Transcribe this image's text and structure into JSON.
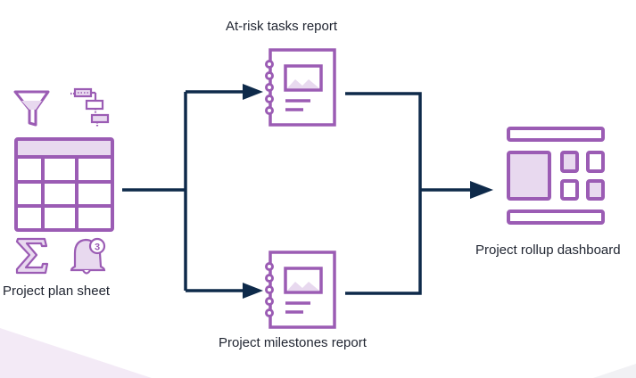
{
  "diagram": {
    "colors": {
      "icon_stroke": "#9b5cb4",
      "icon_fill_light": "#e8d9ef",
      "connector": "#0e2a4a",
      "text": "#1f2430",
      "background_wedge": "#f3eaf6"
    },
    "nodes": {
      "source": {
        "label": "Project plan sheet",
        "icons": [
          "filter-icon",
          "gantt-hierarchy-icon",
          "sheet-grid-icon",
          "sum-sigma-icon",
          "bell-notification-icon"
        ],
        "badge_count": "3"
      },
      "report_top": {
        "label": "At-risk tasks report",
        "icon": "notebook-report-icon"
      },
      "report_bottom": {
        "label": "Project milestones report",
        "icon": "notebook-report-icon"
      },
      "dashboard": {
        "label": "Project rollup dashboard",
        "icon": "dashboard-layout-icon"
      }
    },
    "edges": [
      {
        "from": "Project plan sheet",
        "to": "At-risk tasks report"
      },
      {
        "from": "Project plan sheet",
        "to": "Project milestones report"
      },
      {
        "from": "At-risk tasks report",
        "to": "Project rollup dashboard"
      },
      {
        "from": "Project milestones report",
        "to": "Project rollup dashboard"
      }
    ]
  }
}
